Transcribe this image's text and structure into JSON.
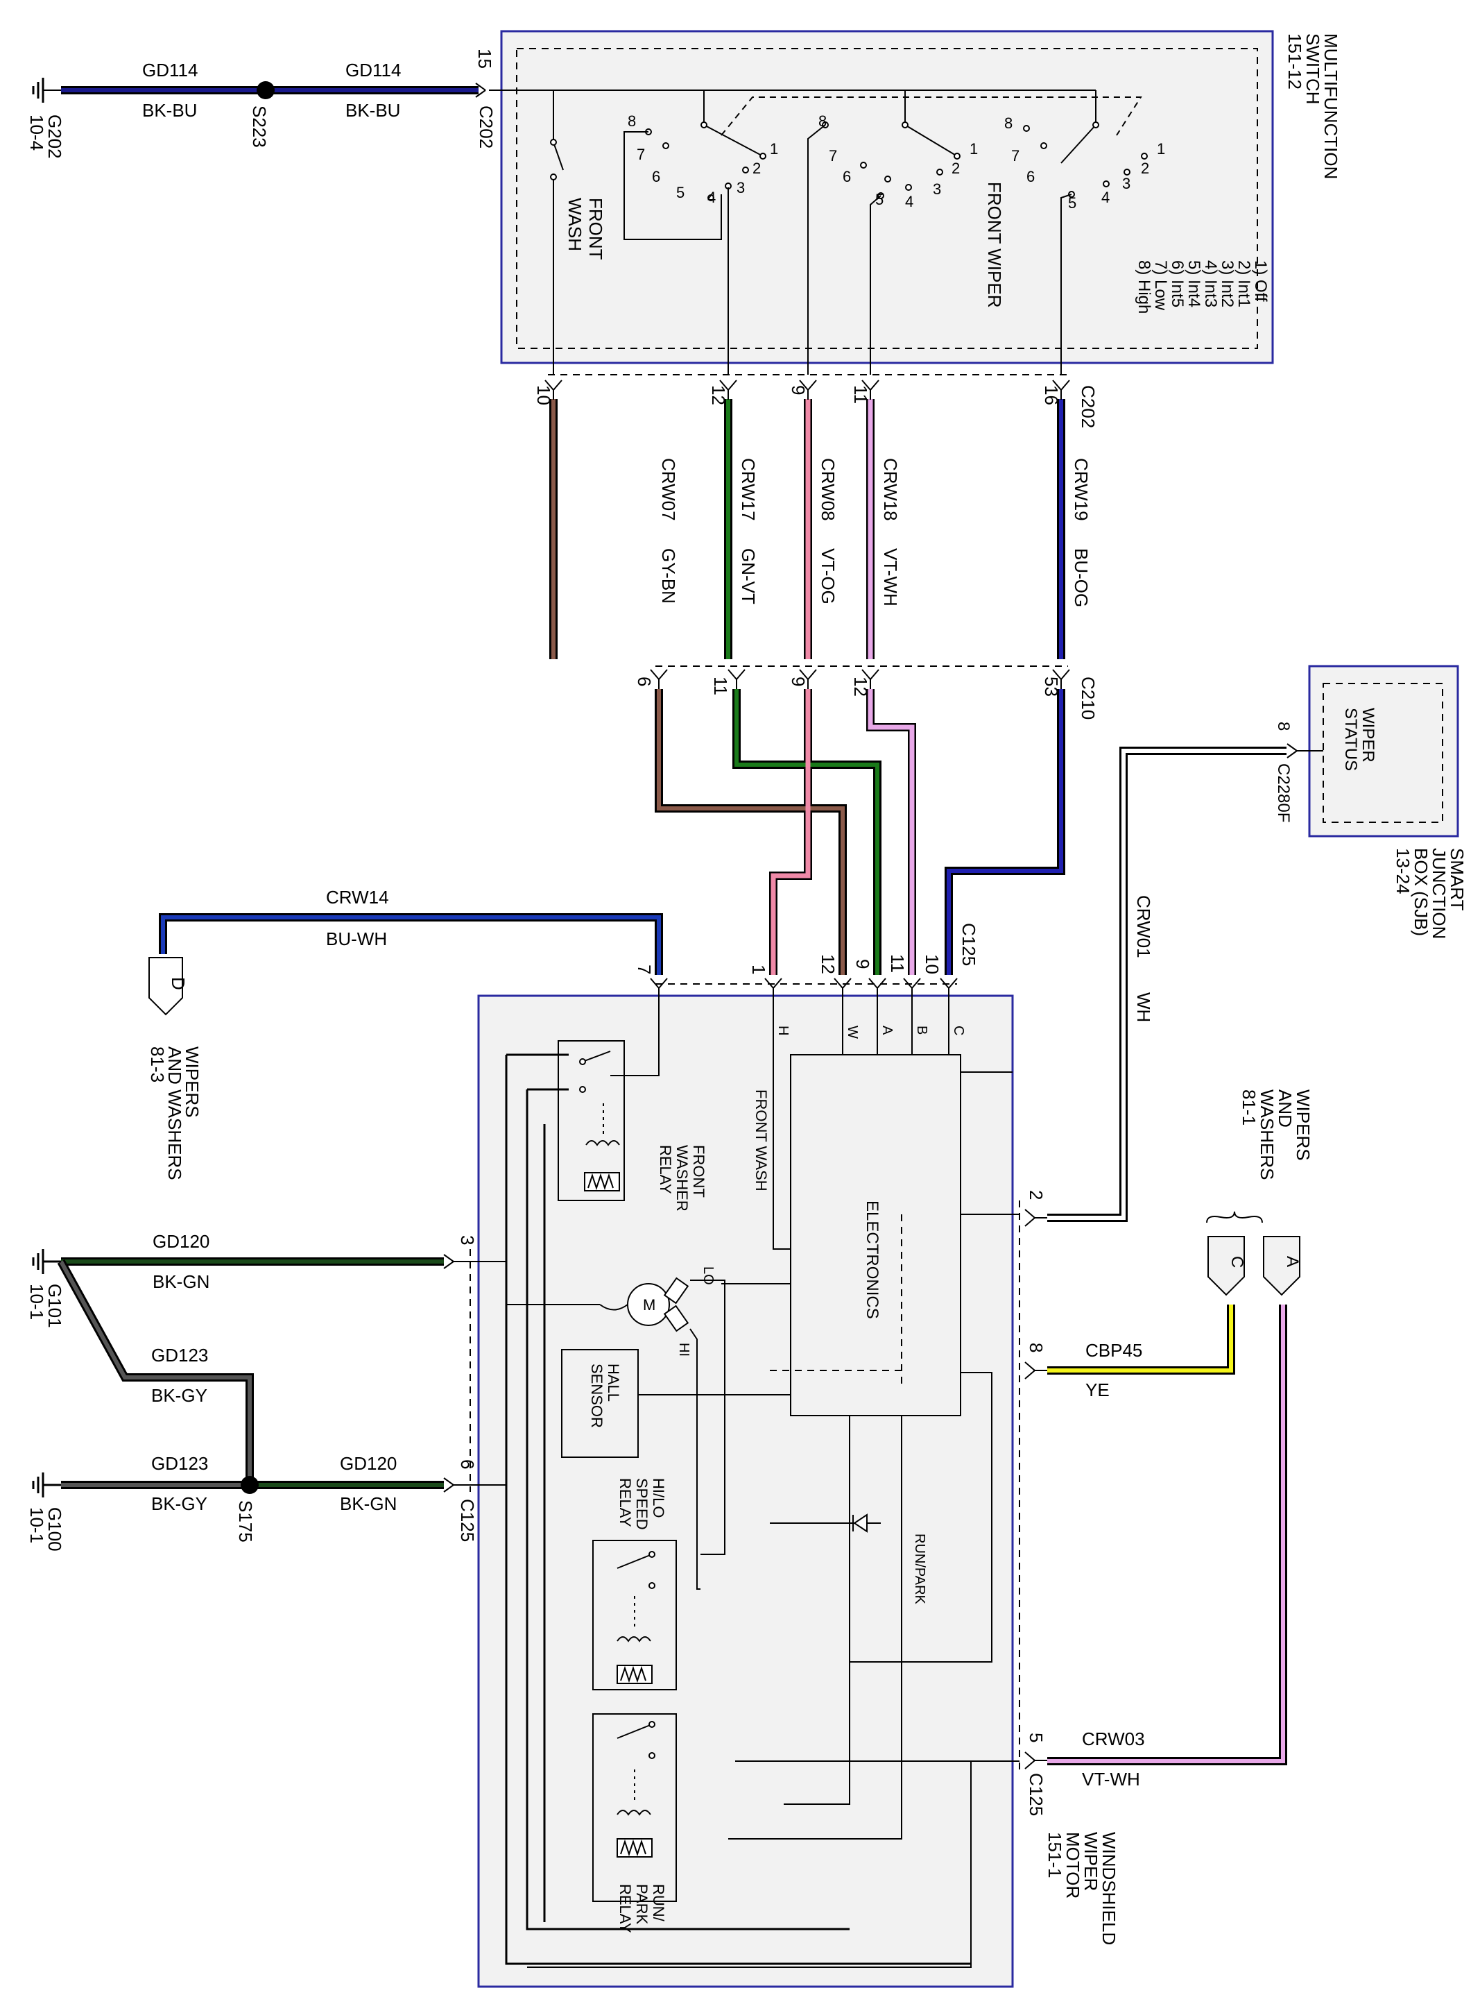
{
  "modules": {
    "multifunction_switch": {
      "name": [
        "MULTIFUNCTION",
        "SWITCH",
        "151-12"
      ]
    },
    "smart_junction_box": {
      "name": [
        "SMART",
        "JUNCTION",
        "BOX (SJB)",
        "13-24"
      ],
      "inner_label": [
        "WIPER",
        "STATUS"
      ]
    },
    "windshield_wiper_motor": {
      "name": [
        "WINDSHIELD",
        "WIPER",
        "MOTOR",
        "151-1"
      ]
    }
  },
  "switch": {
    "front_wash_label": [
      "FRONT",
      "WASH"
    ],
    "front_wiper_label": "FRONT WIPER",
    "positions": [
      "1) Off",
      "2) Int1",
      "3) Int2",
      "4) Int3",
      "5) Int4",
      "6) Int5",
      "7) Low",
      "8) High"
    ],
    "contact_numbers": [
      "1",
      "2",
      "3",
      "4",
      "5",
      "6",
      "7",
      "8"
    ]
  },
  "grounds": [
    {
      "id": "G202",
      "ref": "10-4"
    },
    {
      "id": "G101",
      "ref": "10-1"
    },
    {
      "id": "G100",
      "ref": "10-1"
    }
  ],
  "splices": [
    "S223",
    "S175"
  ],
  "connectors": {
    "c202": "C202",
    "c210": "C210",
    "c125": "C125",
    "c2280f": "C2280F"
  },
  "wires": [
    {
      "circuit": "GD114",
      "color": "BK-BU",
      "hex": "#1a1a8c"
    },
    {
      "circuit": "CRW07",
      "color": "GY-BN",
      "hex": "#8b5a4a"
    },
    {
      "circuit": "CRW17",
      "color": "GN-VT",
      "hex": "#1a7a1a"
    },
    {
      "circuit": "CRW08",
      "color": "VT-OG",
      "hex": "#f08aa8"
    },
    {
      "circuit": "CRW18",
      "color": "VT-WH",
      "hex": "#e8a8e8"
    },
    {
      "circuit": "CRW19",
      "color": "BU-OG",
      "hex": "#2020b0"
    },
    {
      "circuit": "CRW14",
      "color": "BU-WH",
      "hex": "#1a3ab8"
    },
    {
      "circuit": "CRW01",
      "color": "WH",
      "hex": "#ffffff"
    },
    {
      "circuit": "GD120",
      "color": "BK-GN",
      "hex": "#1a4a1a"
    },
    {
      "circuit": "GD123",
      "color": "BK-GY",
      "hex": "#555555"
    },
    {
      "circuit": "CBP45",
      "color": "YE",
      "hex": "#f5f51a"
    },
    {
      "circuit": "CRW03",
      "color": "VT-WH",
      "hex": "#e8a8e8"
    }
  ],
  "pins": {
    "c202_top": "15",
    "c202": [
      "10",
      "12",
      "9",
      "11",
      "16"
    ],
    "c210": [
      "6",
      "11",
      "9",
      "12",
      "53"
    ],
    "c125_top": [
      "7",
      "1",
      "12",
      "9",
      "11",
      "10"
    ],
    "c125_side": [
      "2",
      "8",
      "5",
      "3",
      "6"
    ],
    "c2280f": "8"
  },
  "internal_labels": {
    "letters": [
      "H",
      "W",
      "A",
      "B",
      "C"
    ],
    "front_wash": "FRONT WASH",
    "electronics": "ELECTRONICS",
    "front_washer_relay": [
      "FRONT",
      "WASHER",
      "RELAY"
    ],
    "motor": "M",
    "lo": "LO",
    "hi": "HI",
    "hall_sensor": [
      "HALL",
      "SENSOR"
    ],
    "hilo_relay": [
      "HI/LO",
      "SPEED",
      "RELAY"
    ],
    "run_park": "RUN/PARK",
    "run_park_relay": [
      "RUN/",
      "PARK",
      "RELAY"
    ]
  },
  "references": {
    "wipers_d": {
      "letter": "D",
      "text": [
        "WIPERS",
        "AND WASHERS",
        "81-3"
      ]
    },
    "wipers_ca": {
      "letters": [
        "C",
        "A"
      ],
      "text": [
        "WIPERS",
        "AND",
        "WASHERS",
        "81-1"
      ]
    }
  }
}
